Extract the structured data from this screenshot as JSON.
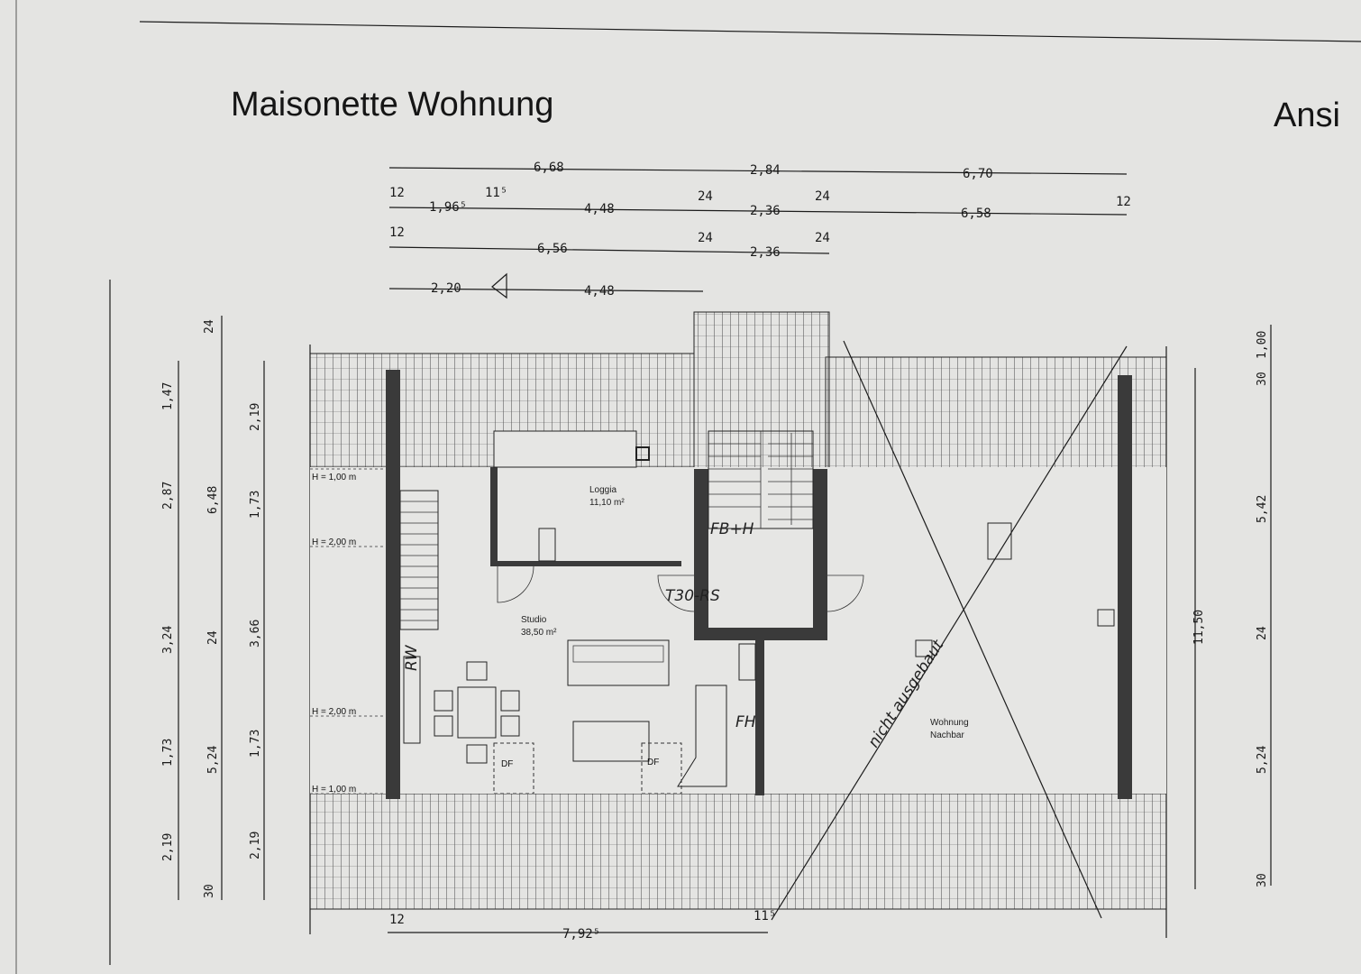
{
  "title": "Maisonette Wohnung",
  "title_right": "Ansi",
  "dims_top": {
    "row1": [
      "6,68",
      "2,84",
      "6,70"
    ],
    "row2": [
      "12",
      "1,96⁵",
      "11⁵",
      "4,48",
      "24",
      "2,36",
      "24",
      "6,58",
      "12"
    ],
    "row3": [
      "12",
      "6,56",
      "24",
      "2,36",
      "24"
    ],
    "row4": [
      "2,20",
      "4,48"
    ]
  },
  "dims_left_outer": [
    "24",
    "1,47",
    "2,87",
    "3,24",
    "1,73",
    "2,19",
    "30"
  ],
  "dims_left_mid": [
    "6,48",
    "24",
    "5,24"
  ],
  "dims_left_inner": [
    "2,19",
    "1,73",
    "3,66",
    "1,73",
    "2,19"
  ],
  "dims_right_outer": [
    "1,00",
    "30",
    "5,42",
    "24",
    "5,24",
    "30"
  ],
  "dims_right_inner": [
    "11,50"
  ],
  "dims_bottom": [
    "12",
    "7,92⁵",
    "11⁵"
  ],
  "height_marks": [
    "H = 1,00 m",
    "H = 2,00 m",
    "H = 2,00 m",
    "H = 1,00 m"
  ],
  "rooms": {
    "loggia": {
      "name": "Loggia",
      "area": "11,10 m²"
    },
    "studio": {
      "name": "Studio",
      "area": "38,50 m²"
    },
    "neighbor": {
      "name": "Wohnung",
      "sub": "Nachbar"
    }
  },
  "labels": {
    "df1": "DF",
    "df2": "DF"
  },
  "handwriting": {
    "fbh": "FB+H",
    "t30": "T30-RS",
    "rw": "RW",
    "fh": "FH",
    "cross_note": "nicht ausgebaut"
  }
}
